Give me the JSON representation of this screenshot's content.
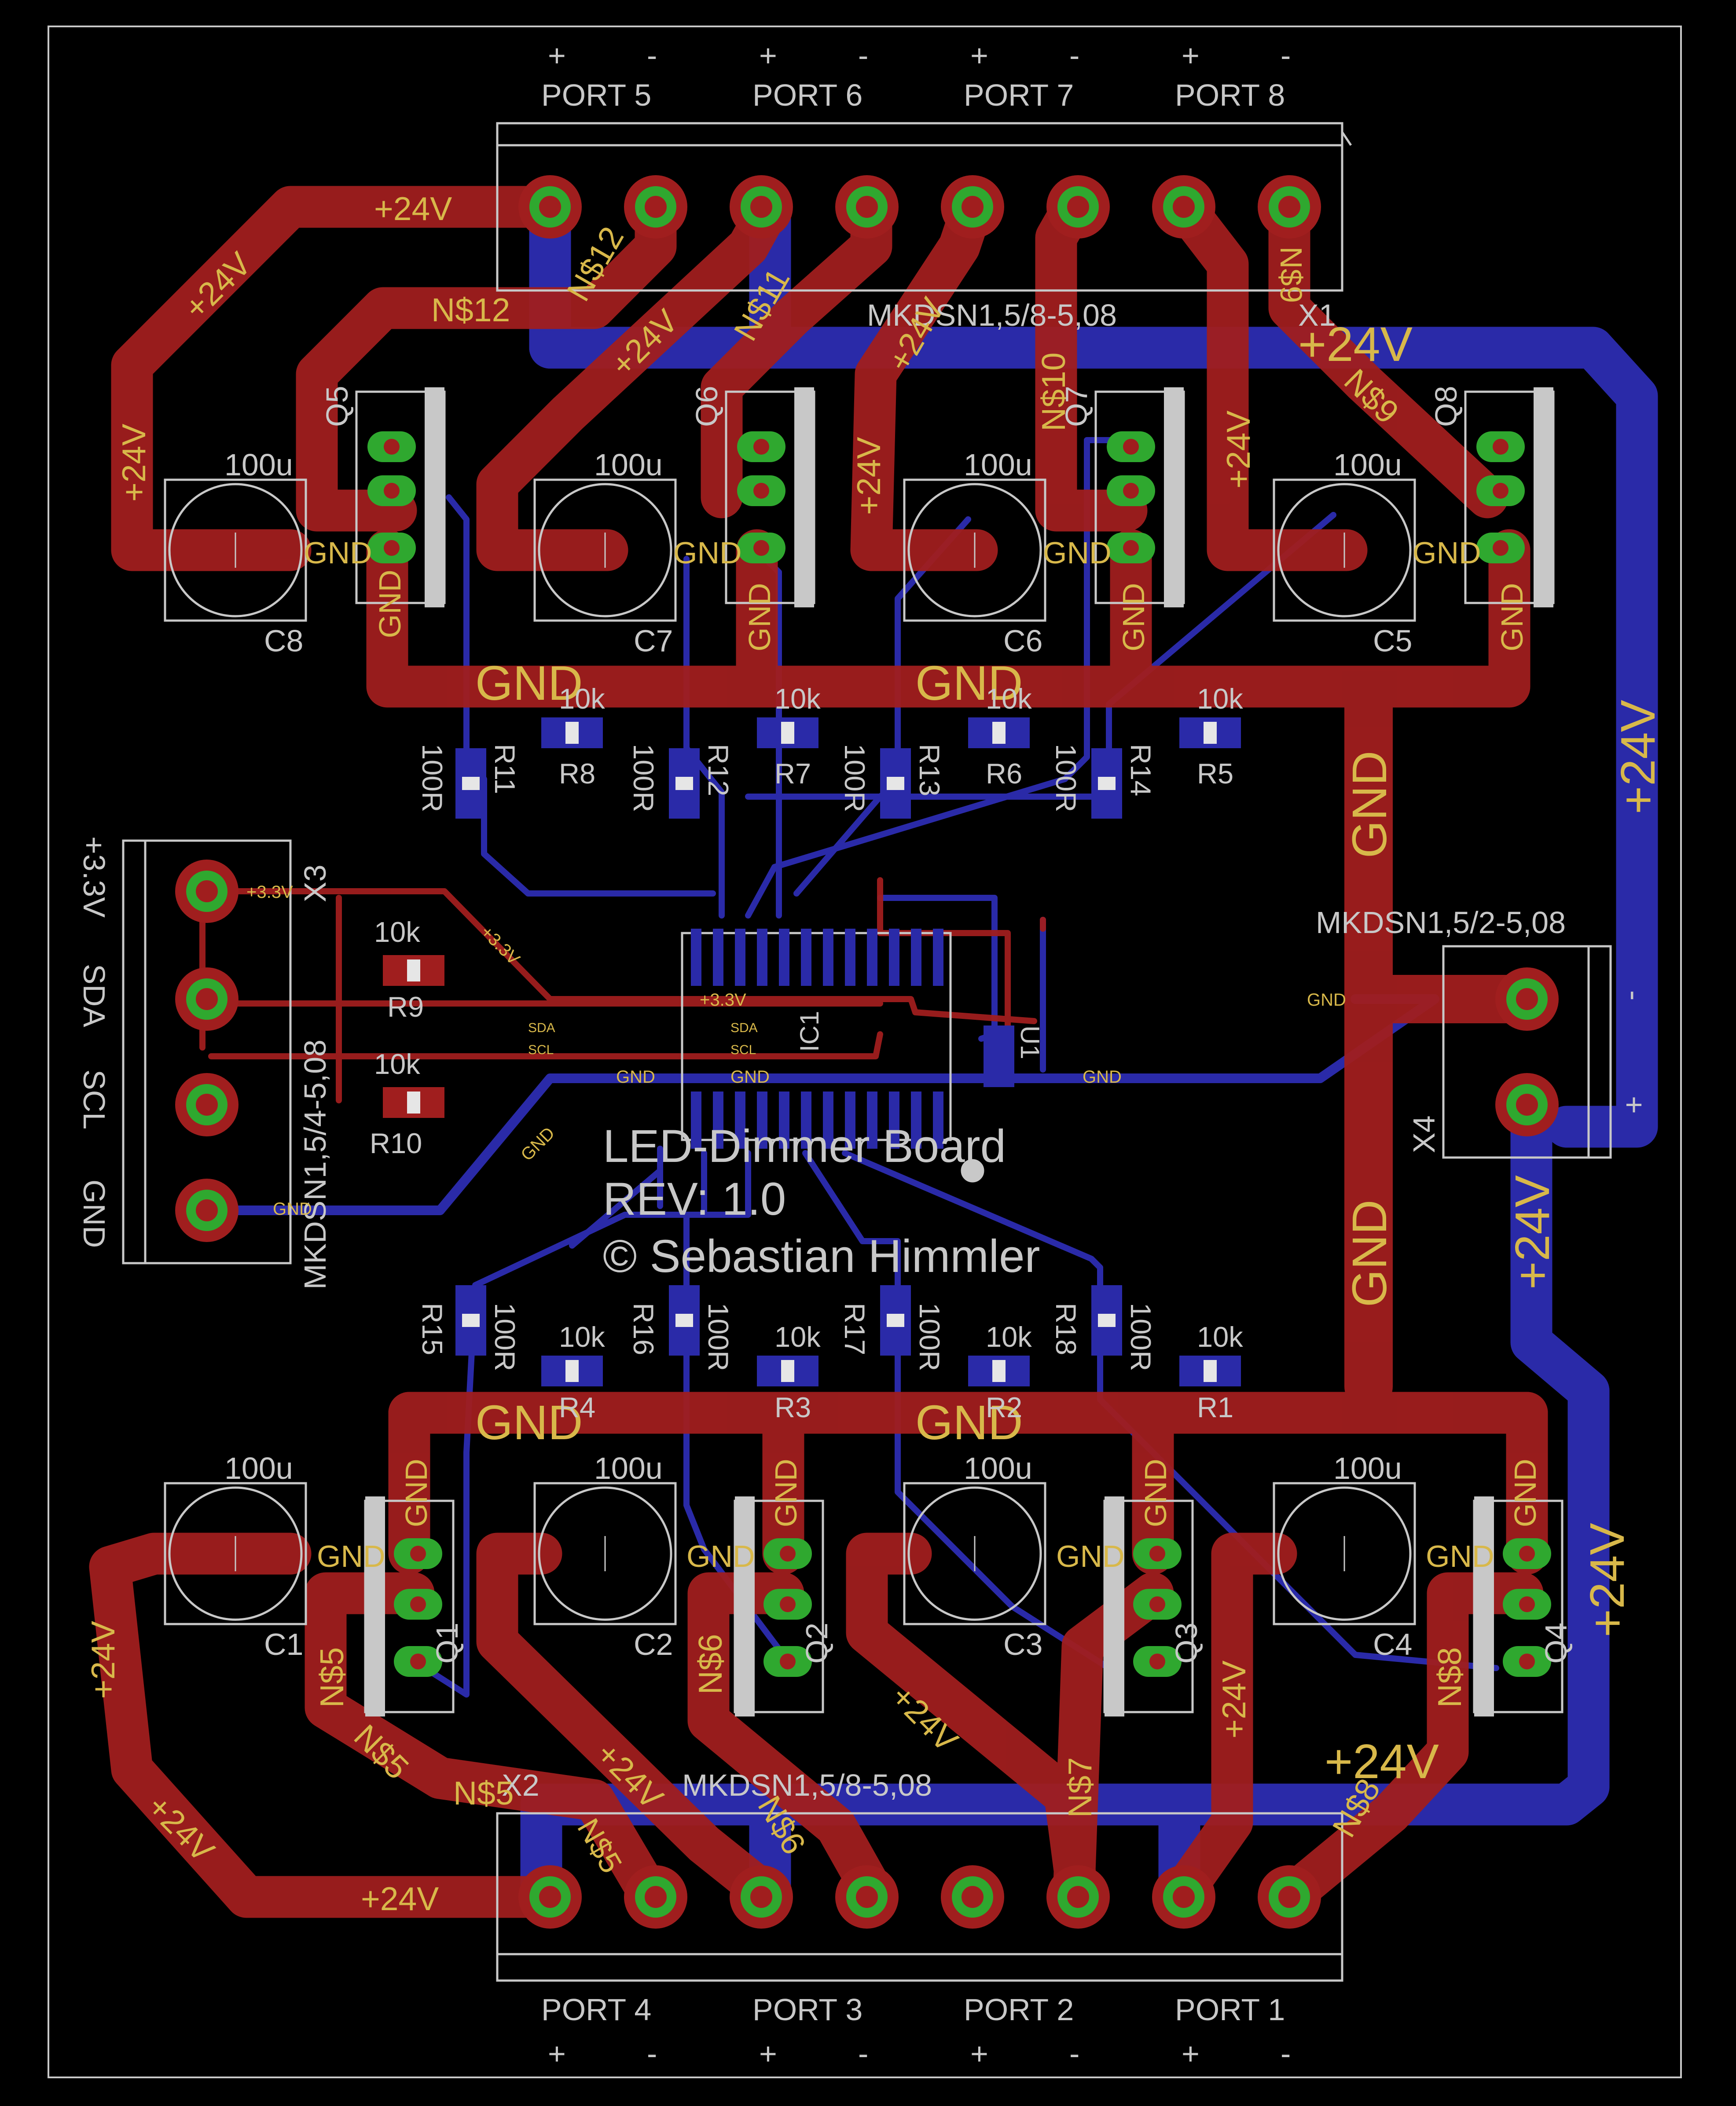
{
  "colors": {
    "background": "#000000",
    "top_copper": "#a01e1e",
    "bottom_copper": "#2a2aa8",
    "silkscreen": "#c8c8c8",
    "via_ring": "#2fa82f",
    "label": "#d8b84a"
  },
  "connectors": {
    "x1": {
      "name": "X1",
      "part": "MKDSN1,5/8-5,08",
      "ports": [
        "PORT 5",
        "PORT 6",
        "PORT 7",
        "PORT 8"
      ],
      "plus": "+",
      "minus": "-"
    },
    "x2": {
      "name": "X2",
      "part": "MKDSN1,5/8-5,08",
      "ports": [
        "PORT 4",
        "PORT 3",
        "PORT 2",
        "PORT 1"
      ],
      "plus": "+",
      "minus": "-"
    },
    "x3": {
      "name": "X3",
      "part": "MKDSN1,5/4-5,08",
      "pins": [
        "+3.3V",
        "SDA",
        "SCL",
        "GND"
      ]
    },
    "x4": {
      "name": "X4",
      "part": "MKDSN1,5/2-5,08",
      "minus": "-",
      "plus": "+"
    }
  },
  "net_labels": {
    "v24": "+24V",
    "gnd": "GND",
    "v33": "+3.3V",
    "sda": "SDA",
    "scl": "SCL",
    "n12": "N$12",
    "n11": "N$11",
    "n10": "N$10",
    "n9": "N$9",
    "n5": "N$5",
    "n6": "N$6",
    "n7": "N$7",
    "n8": "N$8"
  },
  "capacitors": {
    "value": "100u",
    "names": [
      "C8",
      "C7",
      "C6",
      "C5",
      "C1",
      "C2",
      "C3",
      "C4"
    ]
  },
  "transistors": [
    "Q5",
    "Q6",
    "Q7",
    "Q8",
    "Q1",
    "Q2",
    "Q3",
    "Q4"
  ],
  "resistors": {
    "gate_value": "100R",
    "pull_value": "10k",
    "top_gate": [
      "R11",
      "R12",
      "R13",
      "R14"
    ],
    "top_pull": [
      "R8",
      "R7",
      "R6",
      "R5"
    ],
    "bottom_gate": [
      "R15",
      "R16",
      "R17",
      "R18"
    ],
    "bottom_pull": [
      "R4",
      "R3",
      "R2",
      "R1"
    ],
    "i2c": [
      "R9",
      "R10"
    ]
  },
  "ic": {
    "name": "IC1",
    "ref2": "U1"
  },
  "board_text": {
    "line1": "LED-Dimmer Board",
    "line2": "REV: 1.0",
    "line3": "© Sebastian Himmler"
  }
}
